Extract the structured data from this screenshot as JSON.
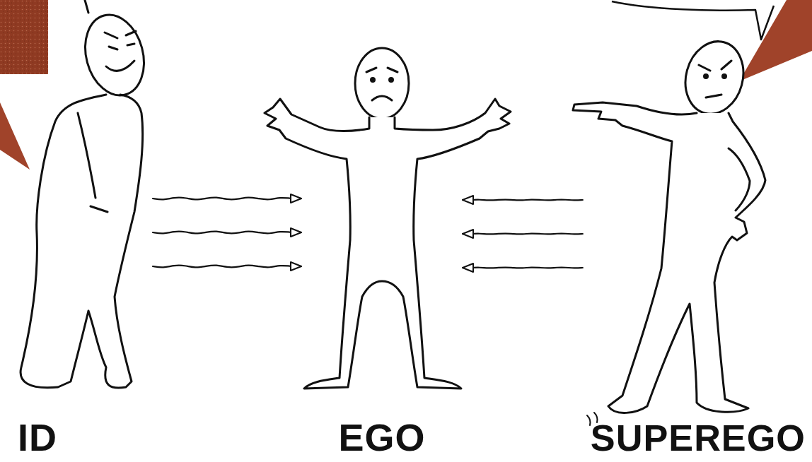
{
  "diagram": {
    "nodes": [
      {
        "text": [
          "ID"
        ]
      },
      {
        "text": [
          "EGO"
        ]
      },
      {
        "text": [
          "SUPEREGO"
        ]
      }
    ],
    "edges": [
      {
        "from": 0,
        "to": 1,
        "arrow": "to"
      },
      {
        "from": 0,
        "to": 1,
        "arrow": "to"
      },
      {
        "from": 0,
        "to": 1,
        "arrow": "to"
      },
      {
        "from": 2,
        "to": 1,
        "arrow": "to"
      },
      {
        "from": 2,
        "to": 1,
        "arrow": "to"
      },
      {
        "from": 2,
        "to": 1,
        "arrow": "to"
      }
    ]
  }
}
